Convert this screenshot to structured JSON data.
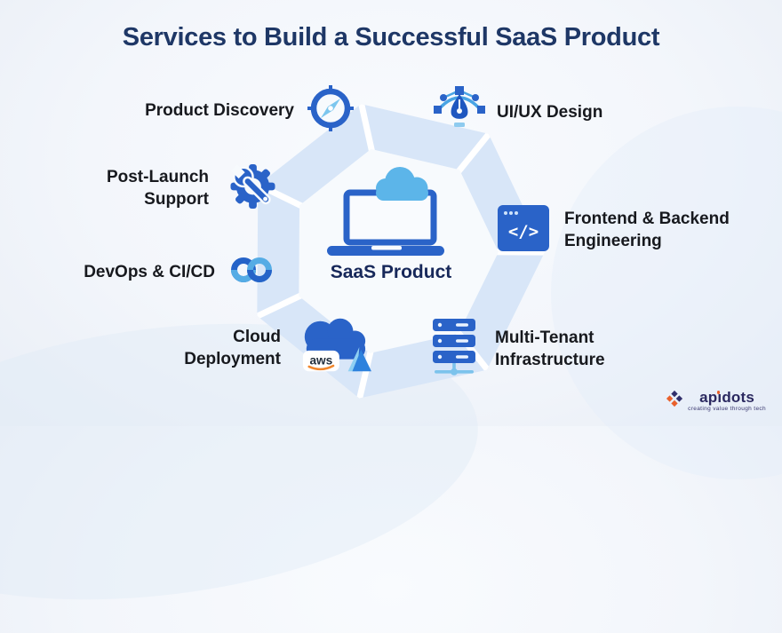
{
  "title": "Services to Build a Successful SaaS Product",
  "center": {
    "label": "SaaS Product",
    "icon": "laptop-cloud-icon"
  },
  "services": [
    {
      "id": "product-discovery",
      "label": "Product Discovery",
      "lines": [
        "Product Discovery"
      ],
      "icon": "compass-icon"
    },
    {
      "id": "uiux-design",
      "label": "UI/UX Design",
      "lines": [
        "UI/UX Design"
      ],
      "icon": "pen-tool-icon"
    },
    {
      "id": "post-launch-support",
      "label": "Post-Launch Support",
      "lines": [
        "Post-Launch",
        "Support"
      ],
      "icon": "gear-wrench-icon"
    },
    {
      "id": "frontend-backend-engineering",
      "label": "Frontend & Backend Engineering",
      "lines": [
        "Frontend & Backend",
        "Engineering"
      ],
      "icon": "code-window-icon",
      "code_glyph": "</>"
    },
    {
      "id": "devops-cicd",
      "label": "DevOps & CI/CD",
      "lines": [
        "DevOps & CI/CD"
      ],
      "icon": "infinity-icon"
    },
    {
      "id": "cloud-deployment",
      "label": "Cloud Deployment",
      "lines": [
        "Cloud",
        "Deployment"
      ],
      "icon": "cloud-aws-azure-icon",
      "aws_label": "aws"
    },
    {
      "id": "multi-tenant-infrastructure",
      "label": "Multi-Tenant Infrastructure",
      "lines": [
        "Multi-Tenant",
        "Infrastructure"
      ],
      "icon": "server-stack-icon"
    }
  ],
  "brand": {
    "name": "apidots",
    "name_pre": "ap",
    "name_i": "ı",
    "name_post": "dots",
    "tagline": "creating value through tech"
  },
  "colors": {
    "title_navy": "#1e3766",
    "label_black": "#17191e",
    "primary_blue": "#2a63c8",
    "light_blue": "#5cb5e9",
    "ring_segment": "#d8e6f8",
    "ring_gap": "#ffffff",
    "aws_text": "#222f3e",
    "aws_swoosh": "#f0862c",
    "azure_light": "#8fd0f3",
    "azure_dark": "#2e82dd",
    "brand_navy": "#2b2960",
    "brand_orange": "#e9602c"
  }
}
